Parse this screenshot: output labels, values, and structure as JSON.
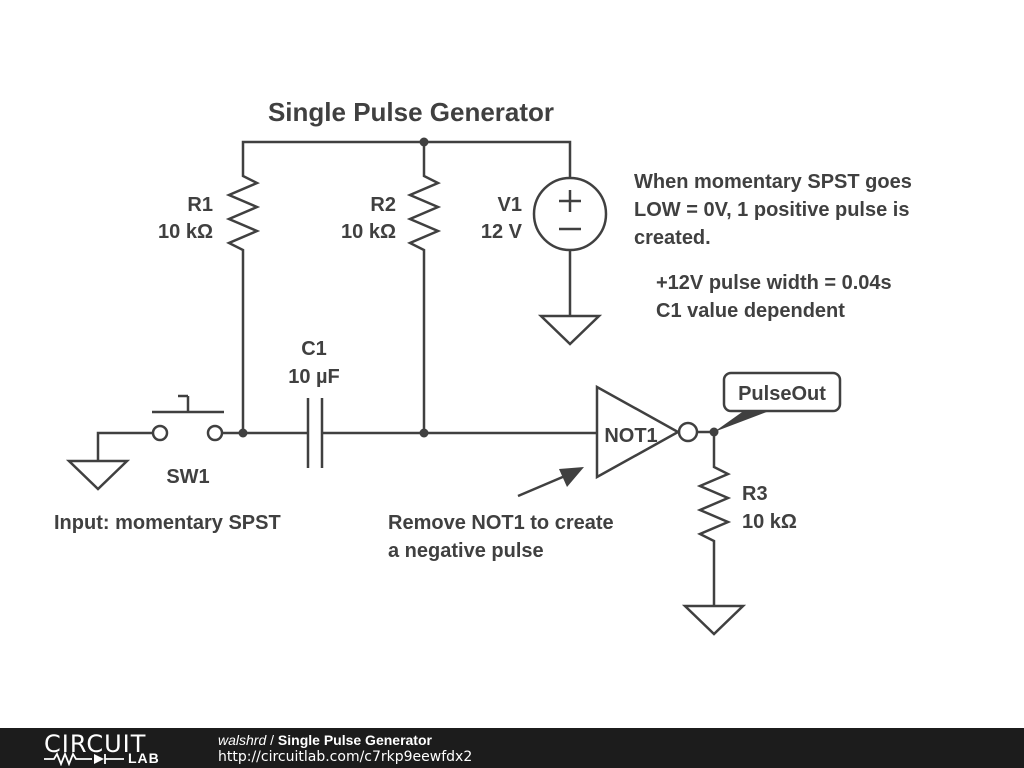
{
  "title": "Single Pulse Generator",
  "components": {
    "r1": {
      "ref": "R1",
      "value": "10 kΩ"
    },
    "r2": {
      "ref": "R2",
      "value": "10 kΩ"
    },
    "r3": {
      "ref": "R3",
      "value": "10 kΩ"
    },
    "v1": {
      "ref": "V1",
      "value": "12 V"
    },
    "c1": {
      "ref": "C1",
      "value": "10 µF"
    },
    "sw1": {
      "ref": "SW1"
    },
    "not1": {
      "ref": "NOT1"
    },
    "pulse_out": {
      "label": "PulseOut"
    }
  },
  "notes": {
    "description": [
      "When momentary SPST goes",
      "LOW = 0V, 1 positive pulse is",
      "created."
    ],
    "pulse_info": [
      "+12V pulse width = 0.04s",
      "C1 value dependent"
    ],
    "input_note": "Input: momentary SPST",
    "not1_note": [
      "Remove NOT1 to create",
      "a negative pulse"
    ]
  },
  "footer": {
    "logo_top": "CIRCUIT",
    "logo_bottom": "LAB",
    "author": "walshrd",
    "separator": " / ",
    "circuit_title": "Single Pulse Generator",
    "url": "http://circuitlab.com/c7rkp9eewfdx2"
  }
}
